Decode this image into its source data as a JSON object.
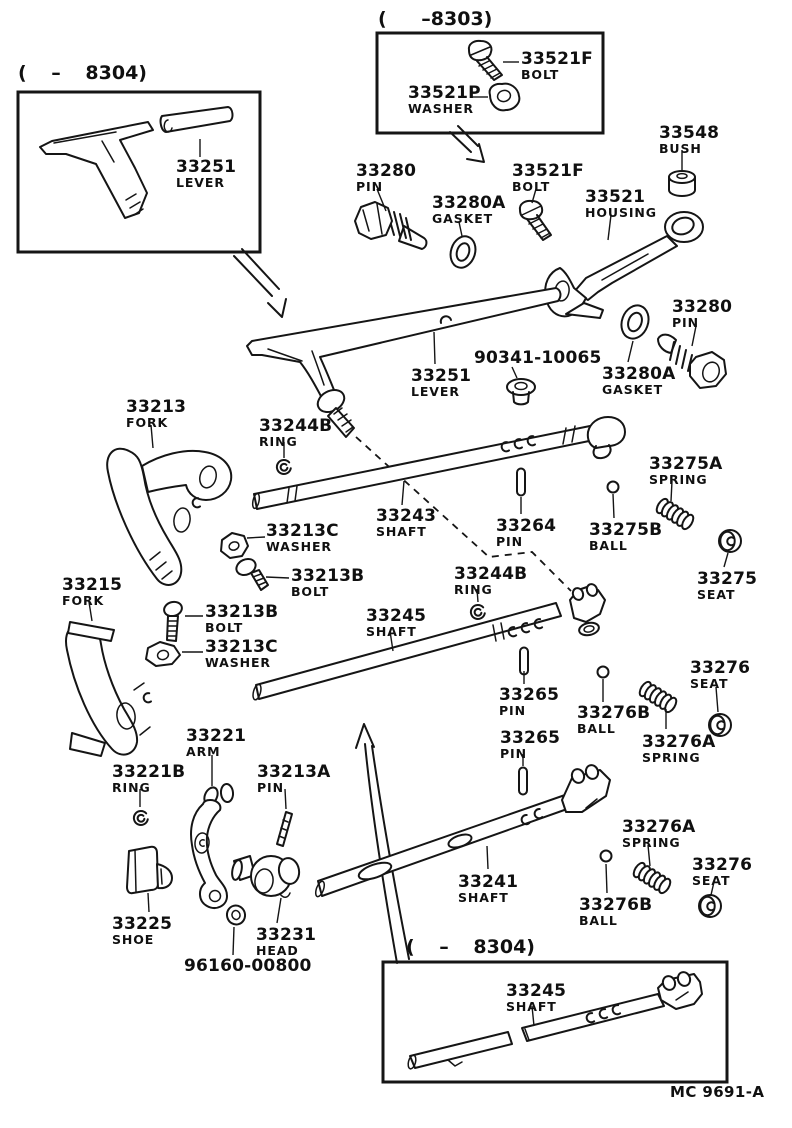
{
  "diagram": {
    "insets": {
      "top_left_code": "( – 8304)",
      "top_middle_code": "( –8303)",
      "bottom_code": "( – 8304)"
    },
    "footer_code": "MC 9691-A",
    "labels": [
      {
        "number": "33251",
        "name": "LEVER"
      },
      {
        "number": "33521F",
        "name": "BOLT"
      },
      {
        "number": "33521P",
        "name": "WASHER"
      },
      {
        "number": "33548",
        "name": "BUSH"
      },
      {
        "number": "33280",
        "name": "PIN"
      },
      {
        "number": "33280A",
        "name": "GASKET"
      },
      {
        "number": "33521F",
        "name": "BOLT"
      },
      {
        "number": "33521",
        "name": "HOUSING"
      },
      {
        "number": "33251",
        "name": "LEVER"
      },
      {
        "number": "90341-10065",
        "name": ""
      },
      {
        "number": "33280A",
        "name": "GASKET"
      },
      {
        "number": "33280",
        "name": "PIN"
      },
      {
        "number": "33213",
        "name": "FORK"
      },
      {
        "number": "33244B",
        "name": "RING"
      },
      {
        "number": "33243",
        "name": "SHAFT"
      },
      {
        "number": "33264",
        "name": "PIN"
      },
      {
        "number": "33275B",
        "name": "BALL"
      },
      {
        "number": "33275A",
        "name": "SPRING"
      },
      {
        "number": "33275",
        "name": "SEAT"
      },
      {
        "number": "33213C",
        "name": "WASHER"
      },
      {
        "number": "33213B",
        "name": "BOLT"
      },
      {
        "number": "33215",
        "name": "FORK"
      },
      {
        "number": "33213B",
        "name": "BOLT"
      },
      {
        "number": "33213C",
        "name": "WASHER"
      },
      {
        "number": "33221",
        "name": "ARM"
      },
      {
        "number": "33221B",
        "name": "RING"
      },
      {
        "number": "33213A",
        "name": "PIN"
      },
      {
        "number": "33225",
        "name": "SHOE"
      },
      {
        "number": "33231",
        "name": "HEAD"
      },
      {
        "number": "96160-00800",
        "name": ""
      },
      {
        "number": "33245",
        "name": "SHAFT"
      },
      {
        "number": "33244B",
        "name": "RING"
      },
      {
        "number": "33265",
        "name": "PIN"
      },
      {
        "number": "33265",
        "name": "PIN"
      },
      {
        "number": "33276B",
        "name": "BALL"
      },
      {
        "number": "33276A",
        "name": "SPRING"
      },
      {
        "number": "33276",
        "name": "SEAT"
      },
      {
        "number": "33241",
        "name": "SHAFT"
      },
      {
        "number": "33276B",
        "name": "BALL"
      },
      {
        "number": "33276A",
        "name": "SPRING"
      },
      {
        "number": "33276",
        "name": "SEAT"
      },
      {
        "number": "33245",
        "name": "SHAFT"
      }
    ]
  }
}
